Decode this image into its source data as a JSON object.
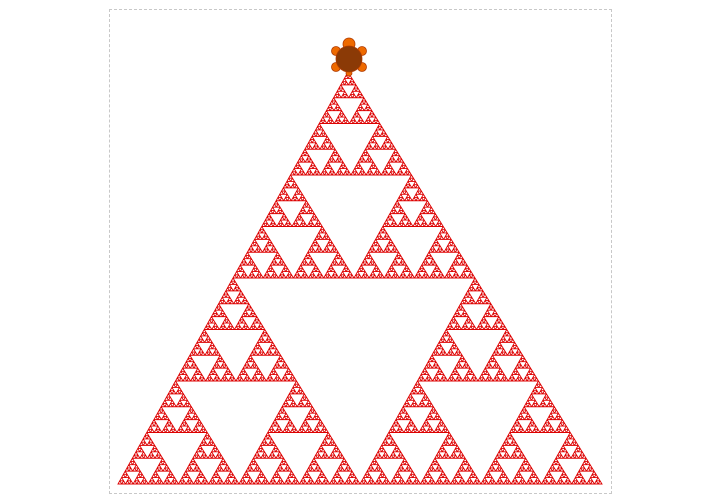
{
  "canvas": {
    "background": "#ffffff",
    "border_color": "#c8c8c8",
    "border_style": "dashed"
  },
  "fractal": {
    "name": "sierpinski-triangle",
    "depth": 7,
    "stroke_color": "#dd0000",
    "fill_color": "none"
  },
  "turtle": {
    "icon": "turtle-icon",
    "shell_color": "#8b3a06",
    "body_color": "#ee6a00",
    "outline_color": "#b03a00",
    "heading": "up"
  }
}
